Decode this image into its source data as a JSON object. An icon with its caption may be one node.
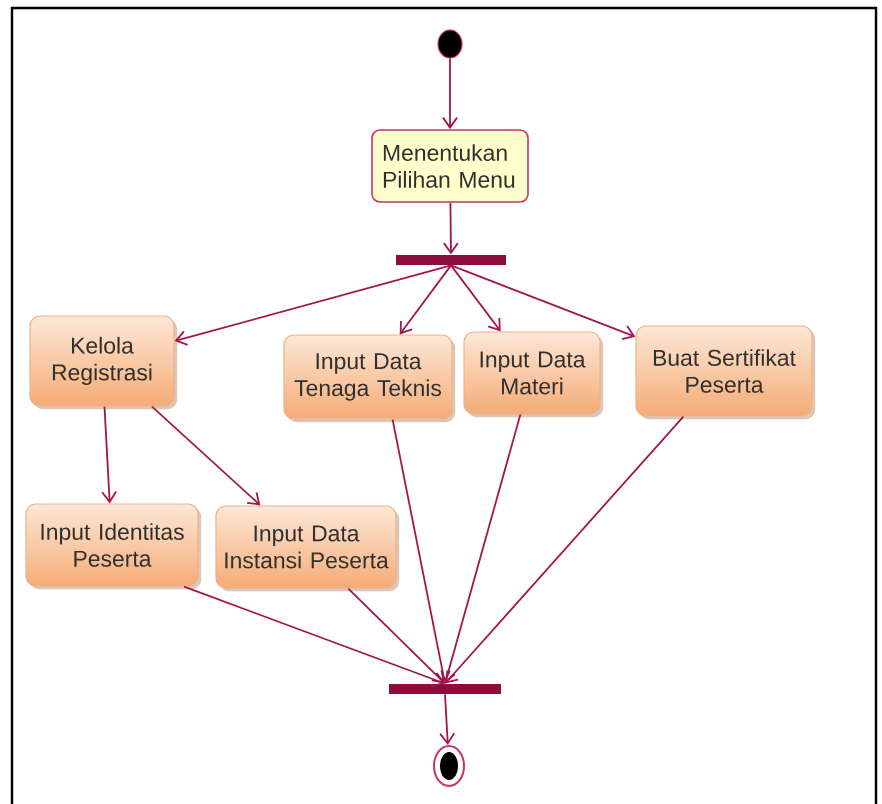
{
  "diagram": {
    "nodes": [
      {
        "text": [],
        "shape": "circle"
      },
      {
        "text": [
          "Menentukan Pilihan Menu"
        ]
      },
      {
        "text": [],
        "shape": "bar"
      },
      {
        "text": [
          "Kelola Registrasi"
        ]
      },
      {
        "text": [
          "Input Data Tenaga Teknis"
        ]
      },
      {
        "text": [
          "Input Data Materi"
        ]
      },
      {
        "text": [
          "Buat Sertifikat Peserta"
        ]
      },
      {
        "text": [
          "Input Identitas Peserta"
        ]
      },
      {
        "text": [
          "Input Data Instansi Peserta"
        ]
      },
      {
        "text": [],
        "shape": "bar"
      },
      {
        "text": [],
        "shape": "bullseye"
      }
    ],
    "edges": [
      {
        "from": 0,
        "to": 1,
        "arrow": "to"
      },
      {
        "from": 1,
        "to": 2,
        "arrow": "to"
      },
      {
        "from": 2,
        "to": 3,
        "arrow": "to"
      },
      {
        "from": 2,
        "to": 4,
        "arrow": "to"
      },
      {
        "from": 2,
        "to": 5,
        "arrow": "to"
      },
      {
        "from": 2,
        "to": 6,
        "arrow": "to"
      },
      {
        "from": 3,
        "to": 7,
        "arrow": "to"
      },
      {
        "from": 3,
        "to": 8,
        "arrow": "to"
      },
      {
        "from": 7,
        "to": 9,
        "arrow": "to"
      },
      {
        "from": 8,
        "to": 9,
        "arrow": "to"
      },
      {
        "from": 4,
        "to": 9,
        "arrow": "to"
      },
      {
        "from": 5,
        "to": 9,
        "arrow": "to"
      },
      {
        "from": 6,
        "to": 9,
        "arrow": "to"
      },
      {
        "from": 9,
        "to": 10,
        "arrow": "to"
      }
    ]
  }
}
